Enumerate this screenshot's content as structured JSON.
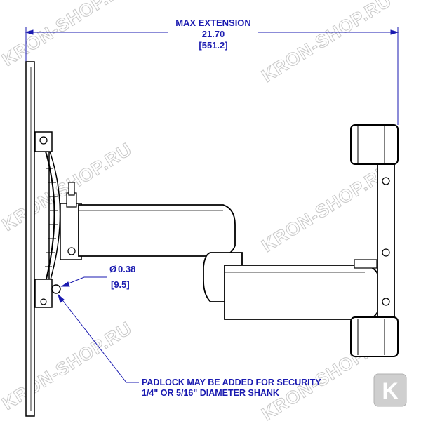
{
  "dimension": {
    "label": "MAX EXTENSION",
    "inches": "21.70",
    "mm": "[551.2]"
  },
  "hole": {
    "diameter": "0.38",
    "symbol": "Ø",
    "mm": "[9.5]"
  },
  "note": {
    "line1": "PADLOCK MAY BE ADDED FOR SECURITY",
    "line2": "1/4\" OR 5/16\" DIAMETER SHANK"
  },
  "watermark": {
    "text": "KRON-SHOP.RU",
    "logo_letter": "K"
  },
  "colors": {
    "annotation": "#1a1ab0",
    "drawing": "#000000",
    "watermark": "#c8c8c8"
  }
}
